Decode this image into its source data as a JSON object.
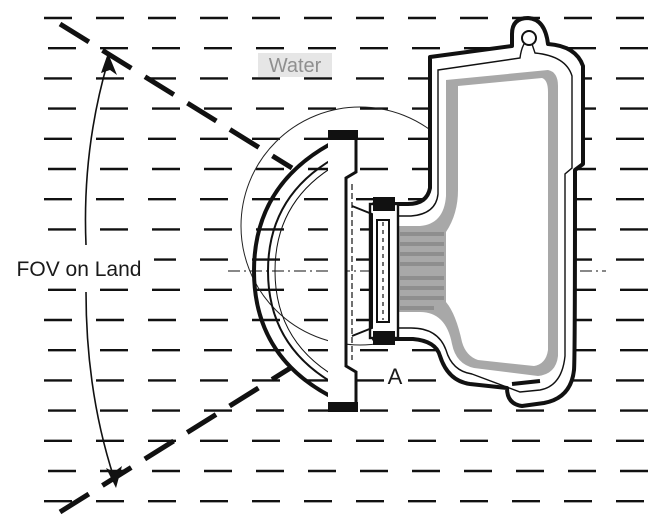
{
  "labels": {
    "water": "Water",
    "fov_on_land": "FOV on Land",
    "point_a": "A"
  },
  "colors": {
    "line": "#111111",
    "grey_fill": "#a8a8a8",
    "water_label_bg": "#e6e6e6",
    "water_label_text": "#8f8f8f"
  },
  "icons": {
    "water_lines": "horizontal-dashes",
    "fov_arc": "double-arrow-arc"
  }
}
